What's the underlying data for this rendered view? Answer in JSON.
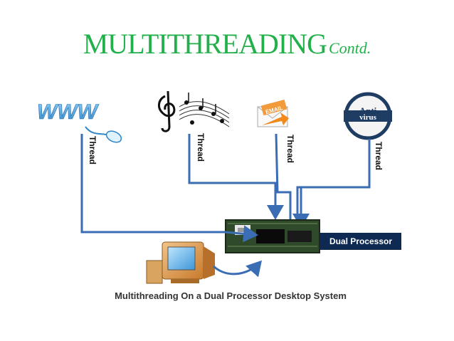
{
  "title": {
    "main": "MULTITHREADING",
    "suffix": "Contd."
  },
  "sources": [
    {
      "name": "www-icon",
      "text": "WWW"
    },
    {
      "name": "music-icon",
      "text": ""
    },
    {
      "name": "email-icon",
      "text": "EMAIL"
    },
    {
      "name": "antivirus-icon",
      "text": "Anti virus"
    }
  ],
  "thread_label": "Thread",
  "processor_label": "Dual Processor",
  "caption": "Multithreading On a Dual Processor Desktop System",
  "colors": {
    "title": "#22b04a",
    "arrow": "#3a6db3",
    "processor_label_bg": "#0e2a52"
  }
}
